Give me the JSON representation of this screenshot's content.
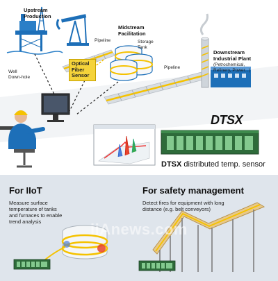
{
  "labels": {
    "upstream": "Upstream\nProduction",
    "midstream": "Midstream\nFacilitation",
    "downstream_title": "Downstream\nIndustrial Plant",
    "downstream_sub": "(Petrochemical,\nRefinery, Power...)",
    "pipeline_1": "Pipeline",
    "pipeline_2": "Pipeline",
    "storage_tank": "Storage\nTank",
    "well": "Well\nDown-hole",
    "fiber_sensor": "Optical\nFiber\nSensor"
  },
  "product": {
    "logo": "DTSX",
    "caption_bold": "DTSX",
    "caption_rest": " distributed temp. sensor"
  },
  "panels": {
    "iiot": {
      "title": "For IIoT",
      "desc": "Measure surface\ntemperature of tanks\nand furnaces to enable\ntrend analysis"
    },
    "safety": {
      "title": "For safety management",
      "desc": "Detect fires for equipment with long\ndistance (e.g. belt conveyors)"
    }
  },
  "watermark": "iiAnews.com",
  "colors": {
    "fiber": "#f5c200",
    "accent_blue": "#1d6fb8",
    "panel_bg": "#dfe5ec",
    "pipeline": "#d8dde2"
  }
}
